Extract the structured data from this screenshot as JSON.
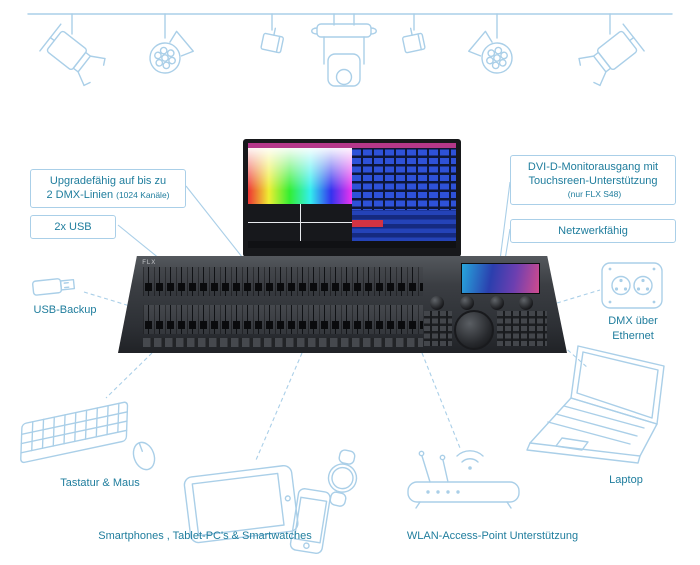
{
  "colors": {
    "outline": "#aacfe8",
    "label_text": "#1f7d9d"
  },
  "callout_boxes": {
    "dmx_lines": {
      "line1": "Upgradefähig auf bis zu",
      "line2": "2 DMX-Linien",
      "line2_small": "(1024 Kanäle)"
    },
    "usb": {
      "label": "2x USB"
    },
    "dvi": {
      "line1": "DVI-D-Monitorausgang mit",
      "line2": "Touchsreen-Unterstützung",
      "line3_small": "(nur FLX S48)"
    },
    "network": {
      "label": "Netzwerkfähig"
    }
  },
  "captions": {
    "usb_backup": "USB-Backup",
    "dmx_ethernet_line1": "DMX über",
    "dmx_ethernet_line2": "Ethernet",
    "keyboard_mouse": "Tastatur & Maus",
    "smart_devices": "Smartphones , Tablet-PC's & Smartwatches",
    "wlan": "WLAN-Access-Point Unterstützung",
    "laptop": "Laptop"
  },
  "console": {
    "brand": "FLX"
  }
}
